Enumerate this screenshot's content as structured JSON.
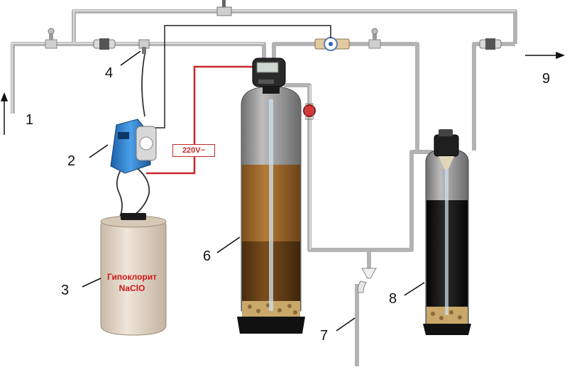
{
  "labels": {
    "n1": "1",
    "n2": "2",
    "n3": "3",
    "n4": "4",
    "n6": "6",
    "n7": "7",
    "n8": "8",
    "n9": "9"
  },
  "voltage_label": "220V~",
  "tank_text": {
    "line1": "Гипоклорит",
    "line2": "NaClO"
  },
  "colors": {
    "pipe": "#b8b8b8",
    "wire_red": "#c62828",
    "pump_blue": "#2f86d6",
    "tank_beige": "#e4d7c8",
    "filter_media_brown": "#8a5a22",
    "carbon_black": "#111111"
  }
}
